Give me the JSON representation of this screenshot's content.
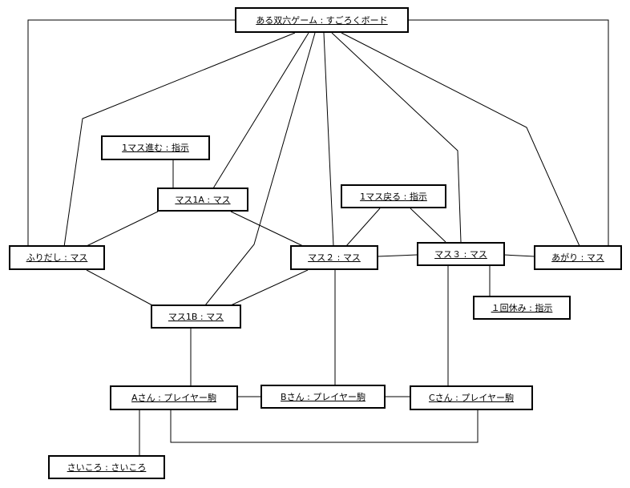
{
  "diagram": {
    "board": "ある双六ゲーム : すごろくボード",
    "move1": "1マス進む : 指示",
    "back1": "1マス戻る : 指示",
    "sq1a": "マス1A : マス",
    "start": "ふりだし : マス",
    "sq2": "マス２ : マス",
    "sq3": "マス３ : マス",
    "goal": "あがり : マス",
    "sq1b": "マス1B : マス",
    "rest1": "１回休み : 指示",
    "pieceA": "Aさん : プレイヤー駒",
    "pieceB": "Bさん : プレイヤー駒",
    "pieceC": "Cさん : プレイヤー駒",
    "dice": "さいころ : さいころ"
  }
}
